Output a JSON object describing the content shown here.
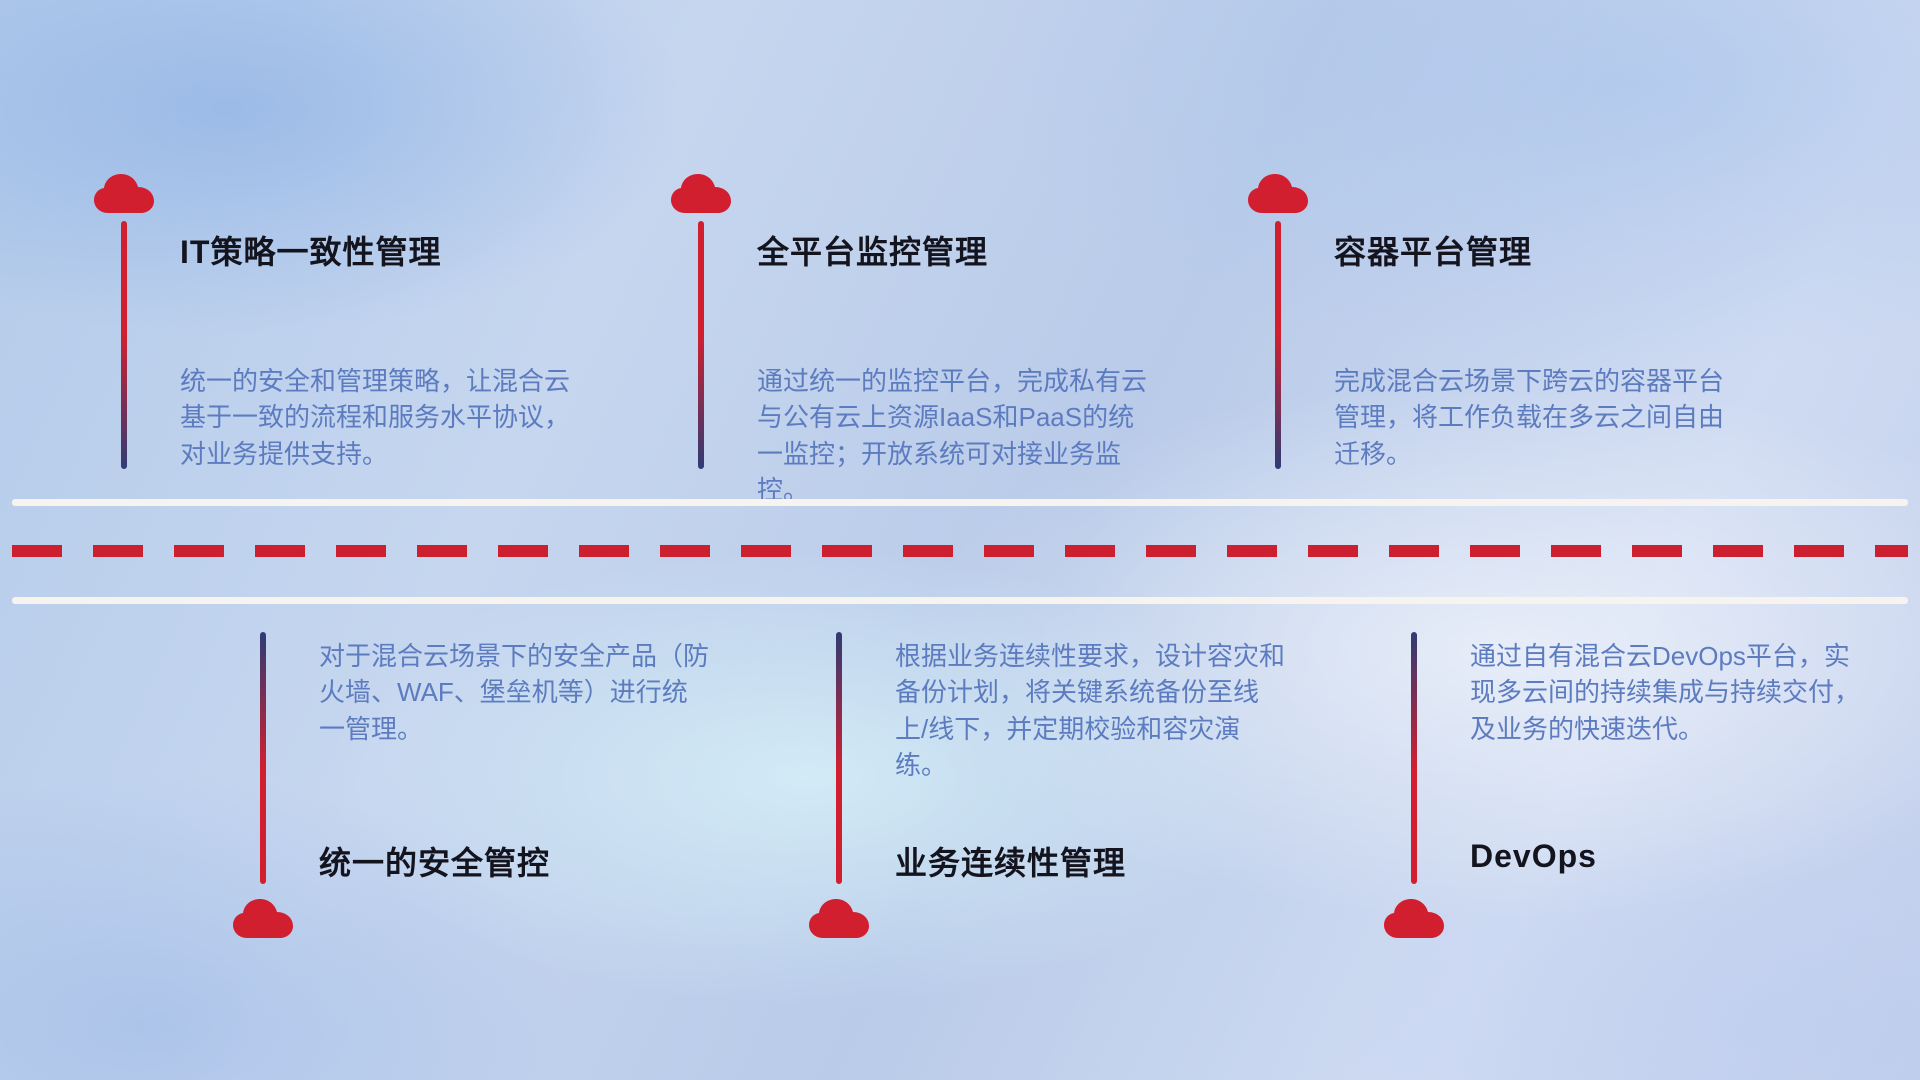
{
  "colors": {
    "red": "#d21f2f",
    "navy": "#2e3c74",
    "dash": "#cc2030",
    "title": "#14141f",
    "desc": "#5d7cc0",
    "divider": "#f7f3ee"
  },
  "top_items": [
    {
      "title": "IT策略一致性管理",
      "desc": "统一的安全和管理策略，让混合云基于一致的流程和服务水平协议，对业务提供支持。"
    },
    {
      "title": "全平台监控管理",
      "desc": "通过统一的监控平台，完成私有云与公有云上资源IaaS和PaaS的统一监控；开放系统可对接业务监控。"
    },
    {
      "title": "容器平台管理",
      "desc": "完成混合云场景下跨云的容器平台管理，将工作负载在多云之间自由迁移。"
    }
  ],
  "bottom_items": [
    {
      "title": "统一的安全管控",
      "desc": "对于混合云场景下的安全产品（防火墙、WAF、堡垒机等）进行统一管理。"
    },
    {
      "title": "业务连续性管理",
      "desc": "根据业务连续性要求，设计容灾和备份计划，将关键系统备份至线上/线下，并定期校验和容灾演练。"
    },
    {
      "title": "DevOps",
      "desc": "通过自有混合云DevOps平台，实现多云间的持续集成与持续交付，及业务的快速迭代。"
    }
  ]
}
